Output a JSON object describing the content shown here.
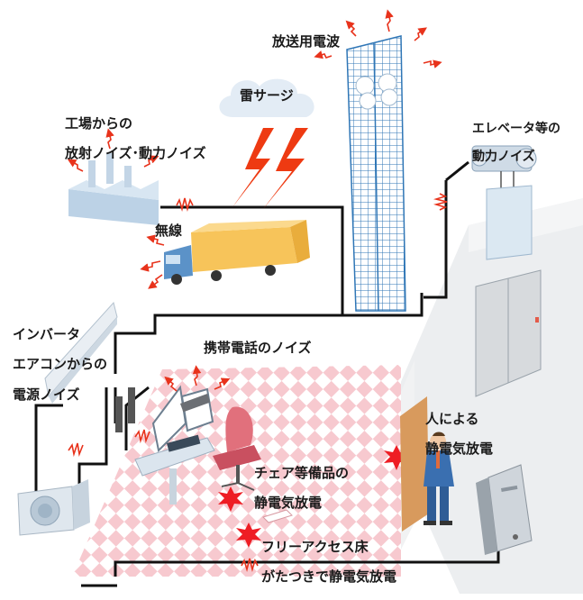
{
  "labels": {
    "radio_wave": "放送用電波",
    "lightning_surge": "雷サージ",
    "factory_noise": [
      "工場からの",
      "放射ノイズ･動力ノイズ"
    ],
    "elevator_noise": [
      "エレベータ等の",
      "動力ノイズ"
    ],
    "wireless": "無線",
    "inverter_ac_noise": [
      "インバータ",
      "エアコンからの",
      "電源ノイズ"
    ],
    "mobile_phone_noise": "携帯電話のノイズ",
    "person_static": [
      "人による",
      "静電気放電"
    ],
    "chair_static": [
      "チェア等備品の",
      "静電気放電"
    ],
    "floor_static": [
      "フリーアクセス床",
      "がたつきで静電気放電"
    ]
  },
  "colors": {
    "red_arrow": "#e8331c",
    "lightning": "#ee3a12",
    "cloud": "#e3ecf5",
    "tower": "#2f76b6",
    "building": "#c9dcec",
    "truck_cargo": "#f7c45a",
    "truck_cab": "#5b92c8",
    "floor_check_a": "#f7c9cf",
    "floor_check_b": "#ffffff",
    "wall": "#e6e8ea",
    "door": "#d89a5d",
    "chair": "#e1707c",
    "spark": "#ee1d24",
    "cable": "#111111"
  },
  "icons": {
    "factory": "factory-icon",
    "tower": "broadcast-tower-icon",
    "truck": "truck-icon",
    "cloud": "cloud-icon",
    "lightning": "lightning-icon",
    "elevator_motor": "motor-icon",
    "elevator": "elevator-icon",
    "ac_indoor": "air-conditioner-icon",
    "ac_outdoor": "outdoor-unit-icon",
    "workstation": "workstation-icon",
    "phone": "mobile-phone-icon",
    "chair": "office-chair-icon",
    "person": "businessman-icon",
    "pc": "pc-tower-icon"
  }
}
